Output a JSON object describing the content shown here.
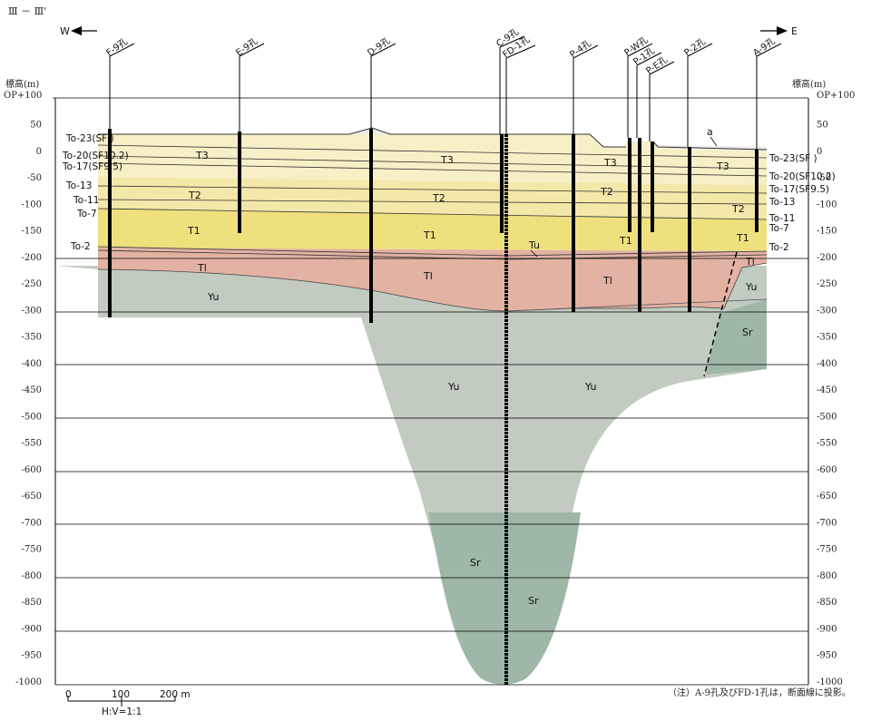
{
  "section": {
    "title": "Ⅲ － Ⅲ'",
    "west": "W",
    "east": "E"
  },
  "axis": {
    "label_left": "標高(m)",
    "label_right": "標高(m)",
    "datum": "OP+100",
    "ticks": [
      "50",
      "0",
      "-50",
      "-100",
      "-150",
      "-200",
      "-250",
      "-300",
      "-350",
      "-400",
      "-450",
      "-500",
      "-550",
      "-600",
      "-650",
      "-700",
      "-750",
      "-800",
      "-850",
      "-900",
      "-950",
      "-1000"
    ]
  },
  "boreholes": [
    "F-9孔",
    "E-9孔",
    "D-9孔",
    "C-9孔",
    "FD-1孔",
    "P-4孔",
    "P-W孔",
    "P-1孔",
    "P-E孔",
    "P-2孔",
    "A-9孔"
  ],
  "tephra_left": [
    "To-23(SF  )",
    "To-20(SF10.2)",
    "To-17(SF9.5)",
    "To-13",
    "To-11",
    "To-7",
    "To-2"
  ],
  "tephra_right": [
    "To-23(SF  )",
    "To-20(SF10.2)",
    "To-17(SF9.5)",
    "To-13",
    "To-11",
    "To-7",
    "To-2"
  ],
  "units": {
    "T3": "T3",
    "T2": "T2",
    "T1": "T1",
    "Tu": "Tu",
    "Tl": "Tl",
    "Yu": "Yu",
    "Sr": "Sr",
    "a": "a"
  },
  "scale": {
    "zero": "0",
    "hundred": "100",
    "two_hundred": "200 m",
    "ratio": "H:V=1:1"
  },
  "note": "（注）A-9孔及びFD-1孔は，断面線に投影。",
  "colors": {
    "T3": "#f7efc6",
    "T2": "#f3e8a9",
    "T1": "#efe07e",
    "Tl": "#e2b2a3",
    "Yu": "#c1cbc0",
    "Sr": "#9fb7a6",
    "a": "#ebebeb"
  }
}
